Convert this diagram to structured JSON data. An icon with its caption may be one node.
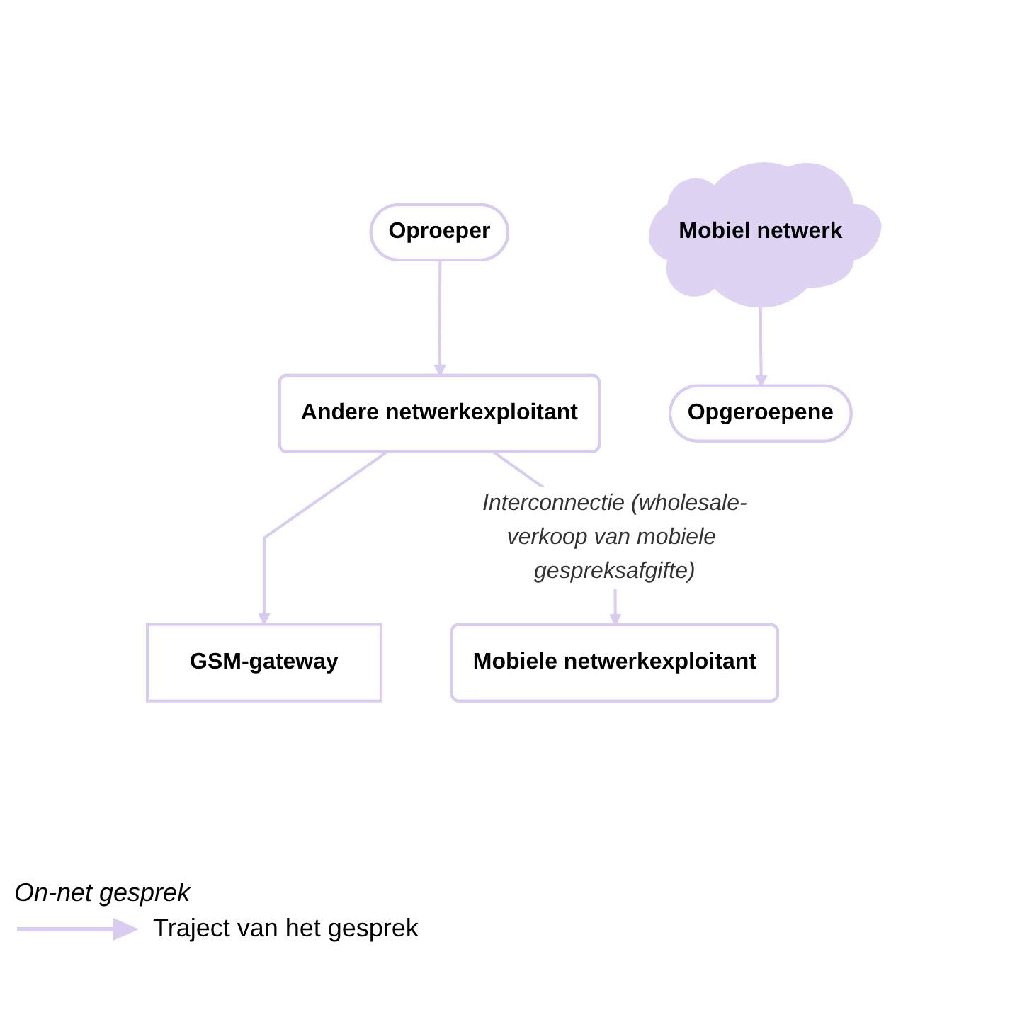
{
  "diagram": {
    "nodes": [
      {
        "text": [
          "Oproeper"
        ]
      },
      {
        "text": [
          "Andere netwerkexploitant"
        ]
      },
      {
        "text": [
          "GSM-gateway"
        ]
      },
      {
        "text": [
          "Mobiele netwerkexploitant"
        ]
      },
      {
        "text": [
          "Mobiel netwerk"
        ]
      },
      {
        "text": [
          "Opgeroepene"
        ]
      }
    ],
    "edges": [
      {
        "from": 0,
        "to": 1,
        "arrow": "to"
      },
      {
        "from": 1,
        "to": 2,
        "arrow": "to"
      },
      {
        "from": 1,
        "to": 3,
        "arrow": "to",
        "label": "Interconnectie (wholesale-verkoop van mobiele gespreksafgifte)"
      },
      {
        "from": 4,
        "to": 5,
        "arrow": "to"
      }
    ],
    "labels": [
      "On-net gesprek"
    ],
    "legend": [
      {
        "text": "Traject van het gesprek"
      }
    ]
  }
}
